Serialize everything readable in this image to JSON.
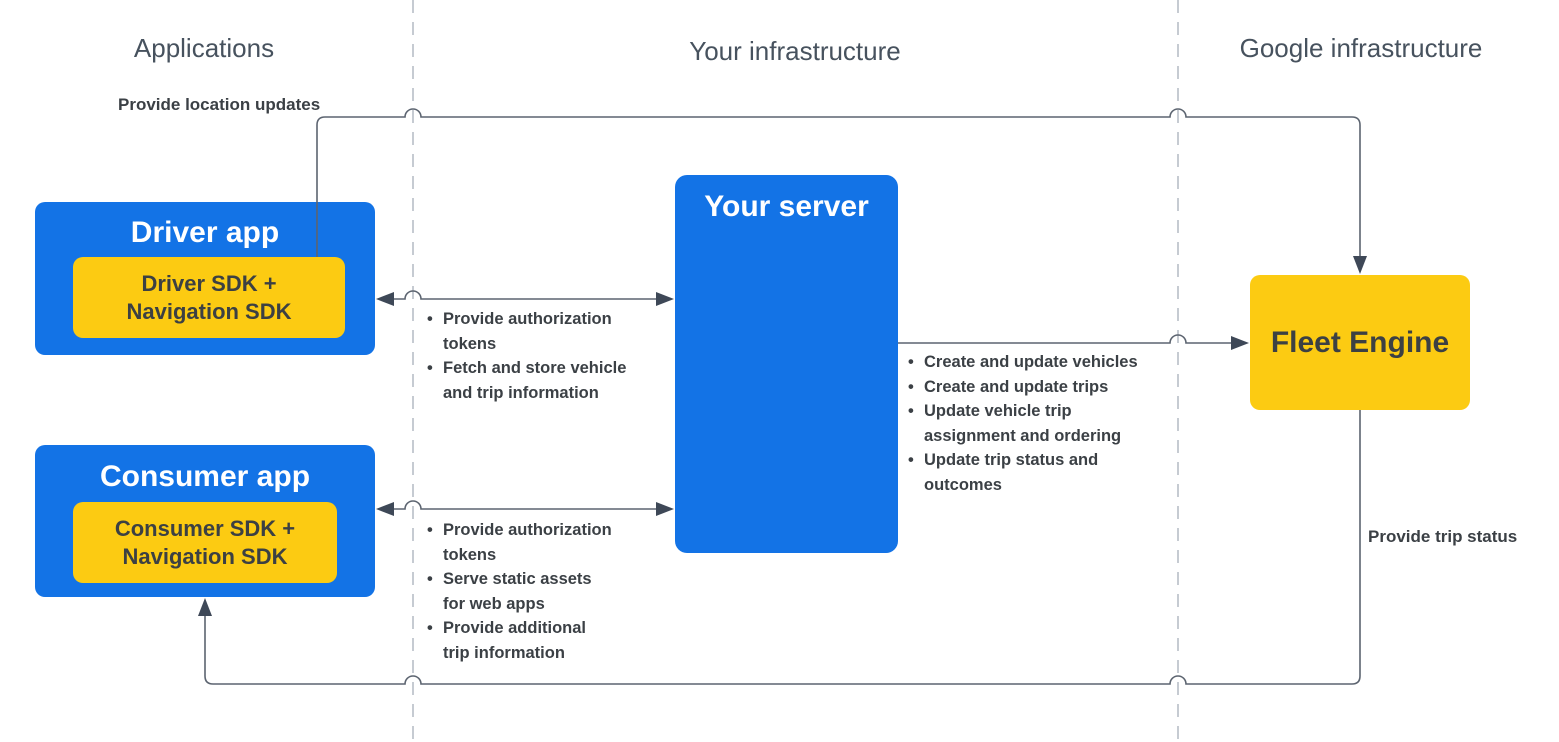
{
  "lane_headers": {
    "applications": "Applications",
    "your_infrastructure": "Your infrastructure",
    "google_infrastructure": "Google infrastructure"
  },
  "nodes": {
    "driver_app": {
      "title": "Driver app",
      "sdk": "Driver SDK +\nNavigation SDK"
    },
    "consumer_app": {
      "title": "Consumer app",
      "sdk": "Consumer SDK +\nNavigation SDK"
    },
    "your_server": {
      "title": "Your server"
    },
    "fleet_engine": {
      "title": "Fleet Engine"
    }
  },
  "flow_labels": {
    "location_updates": "Provide location updates",
    "trip_status": "Provide trip status"
  },
  "bullet_lists": {
    "driver_server": [
      "Provide authorization\ntokens",
      "Fetch and store vehicle\nand trip information"
    ],
    "consumer_server": [
      "Provide authorization\ntokens",
      "Serve static assets\nfor web apps",
      "Provide additional\ntrip information"
    ],
    "server_fleet": [
      "Create and update vehicles",
      "Create and update trips",
      "Update vehicle trip\nassignment and ordering",
      "Update trip status and\noutcomes"
    ]
  },
  "colors": {
    "blue": "#1373E6",
    "yellow": "#FCCB12",
    "heading": "#47525E",
    "ink": "#3B4045",
    "line": "#5C6470",
    "arrow": "#3E4857",
    "divider": "#C6CBD2",
    "box-title": "#FFFFFF"
  }
}
